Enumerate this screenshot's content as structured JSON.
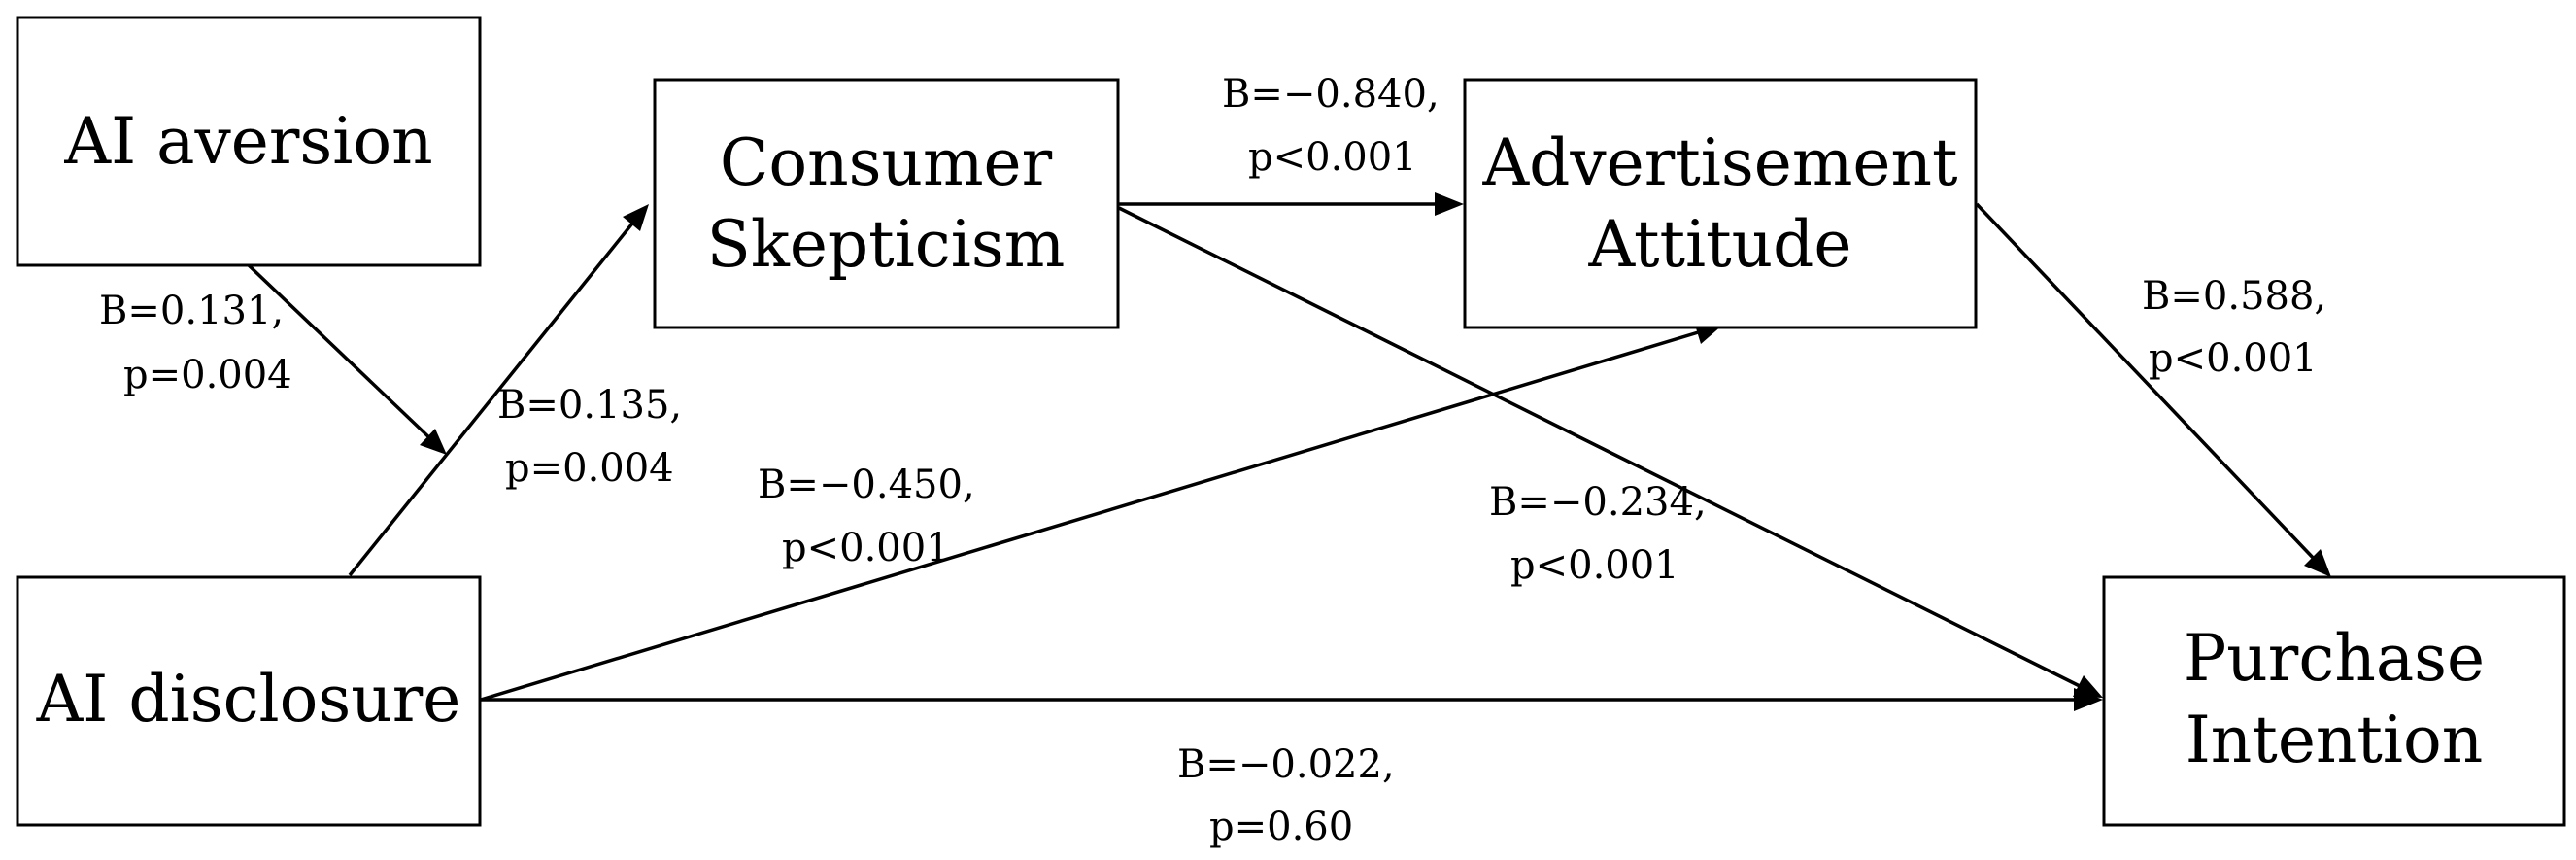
{
  "nodes": {
    "ai_aversion": {
      "lines": [
        "AI aversion"
      ]
    },
    "consumer_skepticism": {
      "lines": [
        "Consumer",
        "Skepticism"
      ]
    },
    "advertisement_attitude": {
      "lines": [
        "Advertisement",
        "Attitude"
      ]
    },
    "ai_disclosure": {
      "lines": [
        "AI disclosure"
      ]
    },
    "purchase_intention": {
      "lines": [
        "Purchase",
        "Intention"
      ]
    }
  },
  "edges": {
    "aversion_moderation": {
      "from": "AI aversion",
      "to": "AI disclosure → Consumer Skepticism",
      "b": "B=0.131,",
      "p": "p=0.004"
    },
    "disclosure_to_skepticism": {
      "from": "AI disclosure",
      "to": "Consumer Skepticism",
      "b": "B=0.135,",
      "p": "p=0.004"
    },
    "skepticism_to_attitude": {
      "from": "Consumer Skepticism",
      "to": "Advertisement Attitude",
      "b": "B=−0.840,",
      "p": "p<0.001"
    },
    "attitude_to_purchase": {
      "from": "Advertisement Attitude",
      "to": "Purchase Intention",
      "b": "B=0.588,",
      "p": "p<0.001"
    },
    "disclosure_to_attitude": {
      "from": "AI disclosure",
      "to": "Advertisement Attitude",
      "b": "B=−0.450,",
      "p": "p<0.001"
    },
    "skepticism_to_purchase": {
      "from": "Consumer Skepticism",
      "to": "Purchase Intention",
      "b": "B=−0.234,",
      "p": "p<0.001"
    },
    "disclosure_to_purchase": {
      "from": "AI disclosure",
      "to": "Purchase Intention",
      "b": "B=−0.022,",
      "p": "p=0.60"
    }
  }
}
